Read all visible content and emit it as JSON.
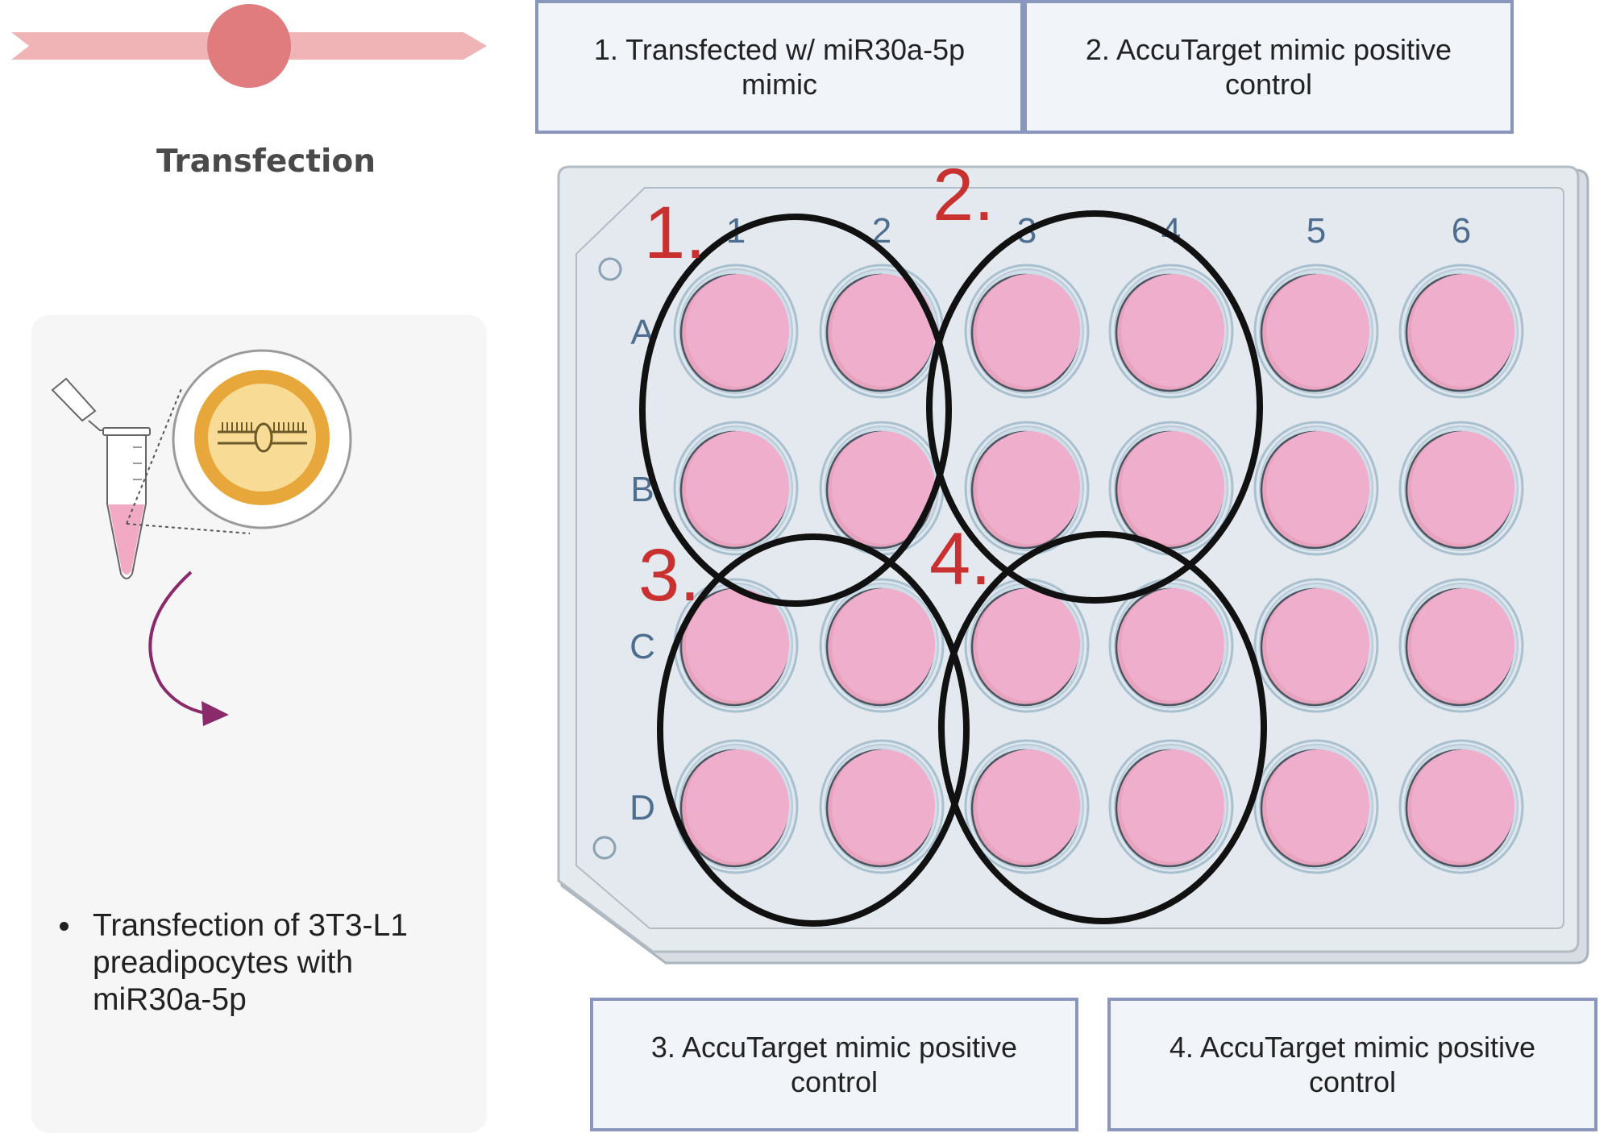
{
  "timeline": {
    "stage_title": "Transfection"
  },
  "left_panel": {
    "bullets": [
      "Transfection of 3T3-L1 preadipocytes with miR30a-5p"
    ]
  },
  "boxes": [
    {
      "text": "1.  Transfected w/ miR30a-5p mimic"
    },
    {
      "text": "2. AccuTarget mimic positive control"
    },
    {
      "text": "3. AccuTarget mimic positive control"
    },
    {
      "text": "4. AccuTarget mimic positive control"
    }
  ],
  "plate": {
    "columns": [
      "1",
      "2",
      "3",
      "4",
      "5",
      "6"
    ],
    "rows": [
      "A",
      "B",
      "C",
      "D"
    ],
    "groups": [
      "1.",
      "2.",
      "3.",
      "4."
    ]
  },
  "colors": {
    "arrow": "#f0b3b6",
    "timeline_dot": "#e07b7e",
    "plate": "#e3e8ed",
    "well_media": "#efaecb",
    "group_label": "#c8312f",
    "plate_label": "#4d6e8e",
    "box_border": "#8a96bb",
    "circle": "#111111"
  },
  "icons": [
    "timeline-arrow",
    "microtube-icon",
    "rna-duplex-icon",
    "curved-arrow-icon"
  ]
}
